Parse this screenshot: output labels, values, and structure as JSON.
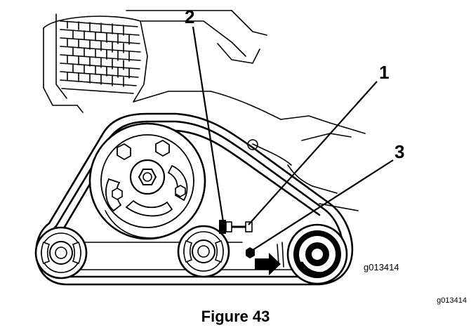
{
  "figure": {
    "callouts": [
      "1",
      "2",
      "3"
    ],
    "art_id": "g013414",
    "outer_art_id": "g013414",
    "caption_label": "Figure",
    "caption_number": "43"
  },
  "icons": {
    "arrow": "right-arrow-icon",
    "nut": "hex-nut-icon"
  }
}
